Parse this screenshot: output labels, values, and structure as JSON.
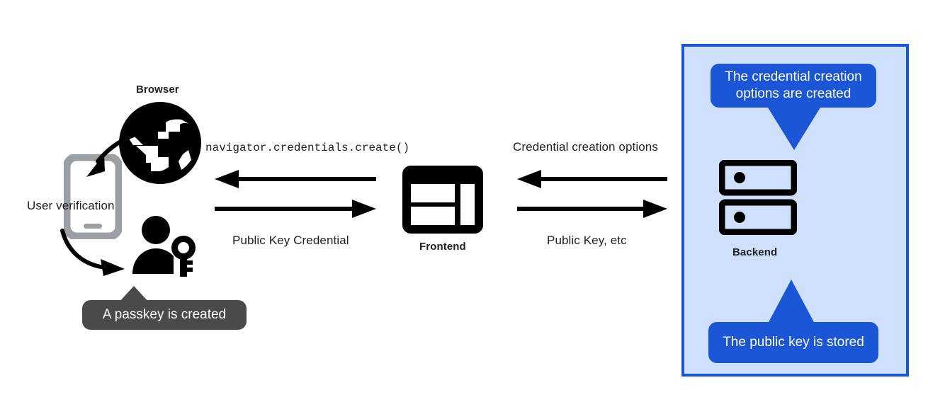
{
  "diagram": {
    "title": "WebAuthn passkey registration flow",
    "colors": {
      "panel_fill": "#cfe0fc",
      "panel_border": "#1a56d6",
      "bubble_blue": "#1a56d6",
      "bubble_gray": "#4a4a4a",
      "ink": "#202124",
      "phone_gray": "#9aa0a6"
    }
  },
  "nodes": {
    "browser": {
      "label": "Browser",
      "icon": "globe-icon"
    },
    "frontend": {
      "label": "Frontend",
      "icon": "web-layout-icon"
    },
    "backend": {
      "label": "Backend",
      "icon": "server-rack-icon"
    },
    "phone": {
      "label": "User verification",
      "icon": "smartphone-icon"
    },
    "passkey_user": {
      "icon": "person-with-key-icon"
    }
  },
  "arrows": {
    "browser_to_frontend_request": {
      "label": "navigator.credentials.create()",
      "direction": "left"
    },
    "browser_to_frontend_response": {
      "label": "Public Key Credential",
      "direction": "right"
    },
    "frontend_to_backend_request": {
      "label": "Credential creation options",
      "direction": "left"
    },
    "frontend_to_backend_response": {
      "label": "Public Key, etc",
      "direction": "right"
    }
  },
  "callouts": {
    "credential_options": {
      "text": "The credential creation options are created",
      "style": "blue",
      "tail": "down"
    },
    "public_key_stored": {
      "text": "The public key is stored",
      "style": "blue",
      "tail": "up"
    },
    "passkey_created": {
      "text": "A passkey is created",
      "style": "gray",
      "tail": "up"
    }
  }
}
